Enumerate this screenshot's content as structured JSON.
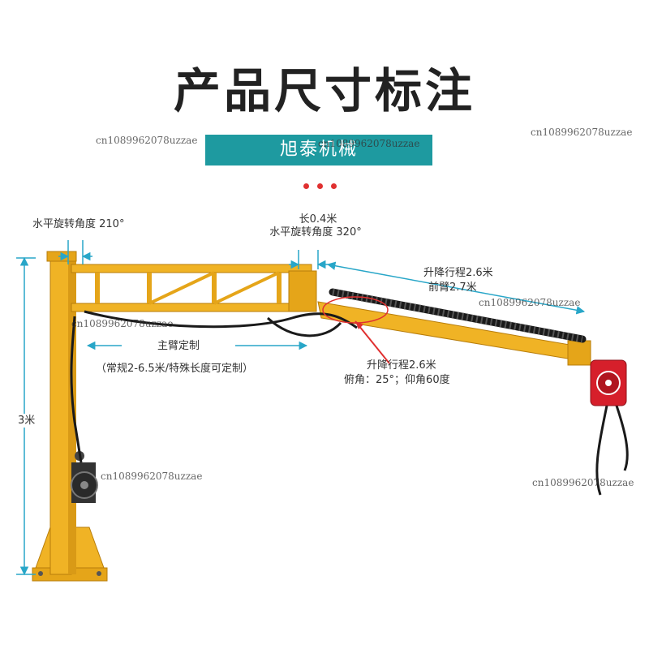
{
  "header": {
    "title": "产品尺寸标注",
    "brand": "旭泰机械"
  },
  "colors": {
    "accent_teal": "#1e9aa0",
    "crane_yellow": "#f0b325",
    "dimension_cyan": "#28a6c8",
    "hoist_red": "#d61f2b",
    "dot_red": "#e03030"
  },
  "labels": {
    "base_rotation": "水平旋转角度 210°",
    "joint_length": "长0.4米",
    "joint_rotation": "水平旋转角度 320°",
    "fore_lift_travel": "升降行程2.6米",
    "fore_arm_length": "前臂2.7米",
    "main_arm": "主臂定制",
    "main_arm_note": "（常规2-6.5米/特殊长度可定制）",
    "lift_travel": "升降行程2.6米",
    "pitch_angles": "俯角：25°；仰角60度",
    "height": "3米"
  },
  "watermarks": [
    "cn1089962078uzzae",
    "cn1089962078uzzae",
    "cn1089962078uzzae",
    "cn1089962078uzzae",
    "cn1089962078uzzae",
    "cn1089962078uzzae",
    "cn1089962078uzzae"
  ]
}
